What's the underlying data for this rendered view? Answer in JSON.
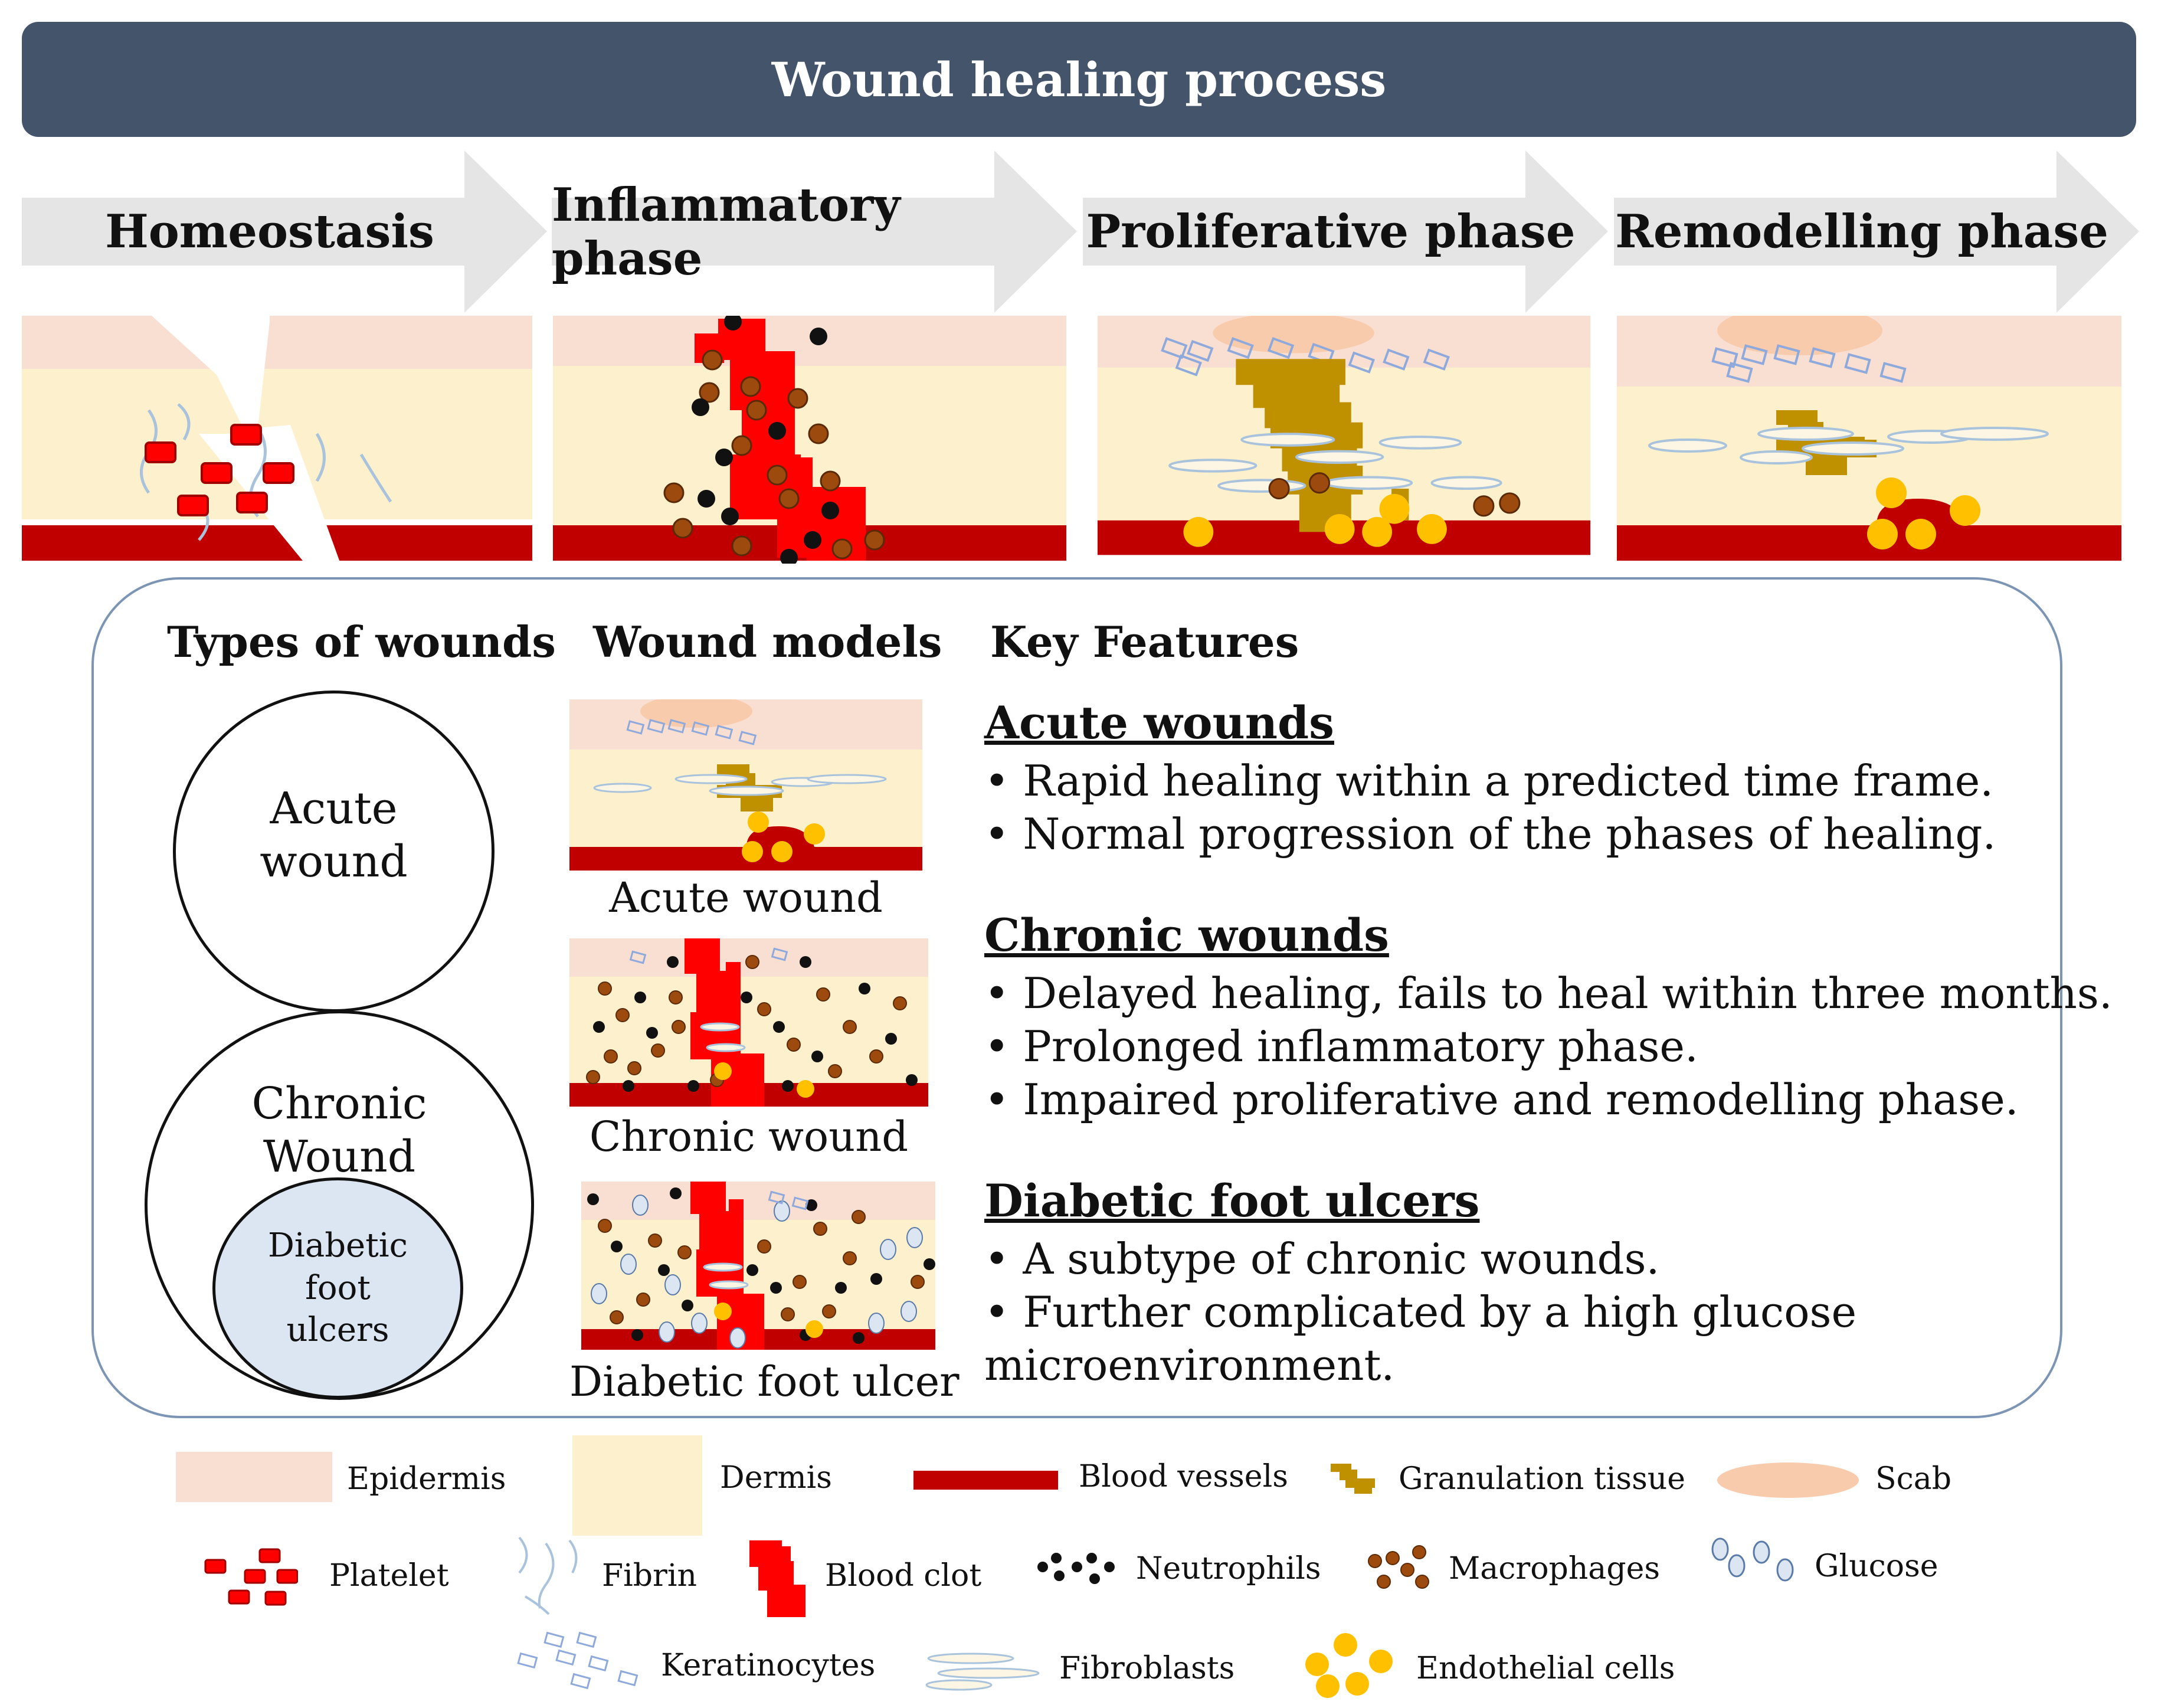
{
  "title": "Wound healing process",
  "phases": [
    {
      "label": "Homeostasis"
    },
    {
      "label": "Inflammatory phase"
    },
    {
      "label": "Proliferative phase"
    },
    {
      "label": "Remodelling phase"
    }
  ],
  "columns": {
    "types": "Types of wounds",
    "models": "Wound models",
    "features": "Key Features"
  },
  "wound_types": {
    "acute": [
      "Acute",
      "wound"
    ],
    "chronic": [
      "Chronic",
      "Wound"
    ],
    "diabetic": [
      "Diabetic",
      "foot",
      "ulcers"
    ]
  },
  "models": {
    "acute": "Acute wound",
    "chronic": "Chronic wound",
    "diabetic": "Diabetic foot ulcer"
  },
  "features": [
    {
      "heading": "Acute wounds",
      "lines": [
        "• Rapid healing within a predicted time frame.",
        "• Normal progression of the phases of  healing."
      ]
    },
    {
      "heading": "Chronic wounds",
      "lines": [
        "• Delayed  healing, fails to heal within three months.",
        "• Prolonged inflammatory phase.",
        "• Impaired proliferative and remodelling phase."
      ]
    },
    {
      "heading": "Diabetic foot ulcers",
      "lines": [
        "• A subtype of chronic wounds.",
        "• Further complicated by a high glucose",
        " microenvironment."
      ]
    }
  ],
  "legend": {
    "epidermis": "Epidermis",
    "dermis": "Dermis",
    "blood_vessels": "Blood vessels",
    "granulation": "Granulation tissue",
    "scab": "Scab",
    "platelet": "Platelet",
    "fibrin": "Fibrin",
    "blood_clot": "Blood clot",
    "neutrophils": "Neutrophils",
    "macrophages": "Macrophages",
    "glucose": "Glucose",
    "keratinocytes": "Keratinocytes",
    "fibroblasts": "Fibroblasts",
    "endothelial": "Endothelial cells"
  },
  "colors": {
    "title_bar": "#44546a",
    "arrow": "#e5e5e5",
    "epidermis": "#f9dfd2",
    "dermis": "#fdf0cc",
    "blood_vessel": "#c00000",
    "clot": "#ff0000",
    "granulation": "#bf9000",
    "scab": "#f8cbad",
    "endothelial": "#ffc000",
    "macrophage": "#9c4a0e",
    "glucose_fill": "#dce6f2",
    "circle_fill": "#dce6f2",
    "box_border": "#7c95b5"
  }
}
